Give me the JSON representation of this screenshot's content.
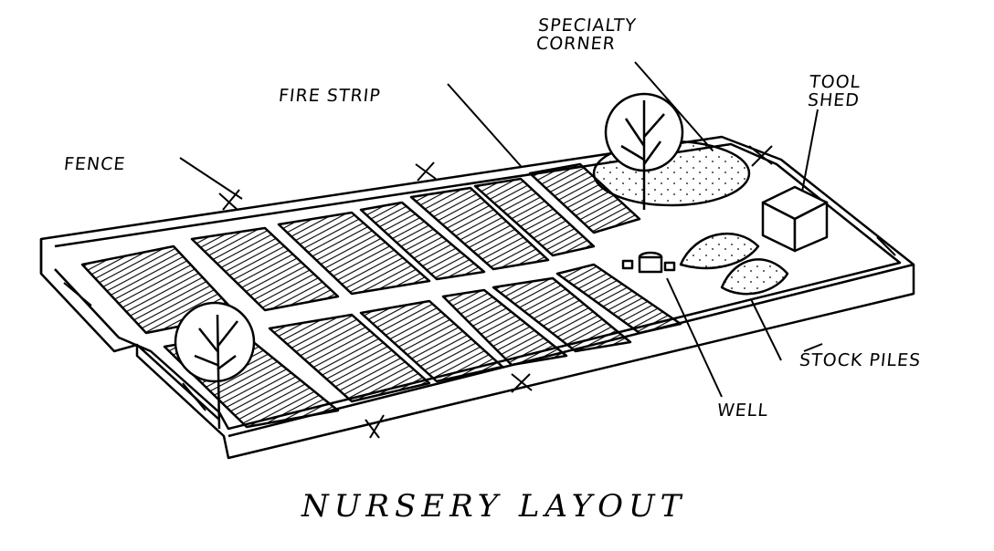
{
  "title": "NURSERY LAYOUT",
  "labels": {
    "specialty_corner": [
      "SPECIALTY",
      "CORNER"
    ],
    "tool_shed": [
      "TOOL",
      "SHED"
    ],
    "fire_strip": "FIRE STRIP",
    "fence": "FENCE",
    "stock_piles": "STOCK PILES",
    "well": "WELL"
  },
  "colors": {
    "ink": "#000000",
    "paper": "#ffffff"
  }
}
